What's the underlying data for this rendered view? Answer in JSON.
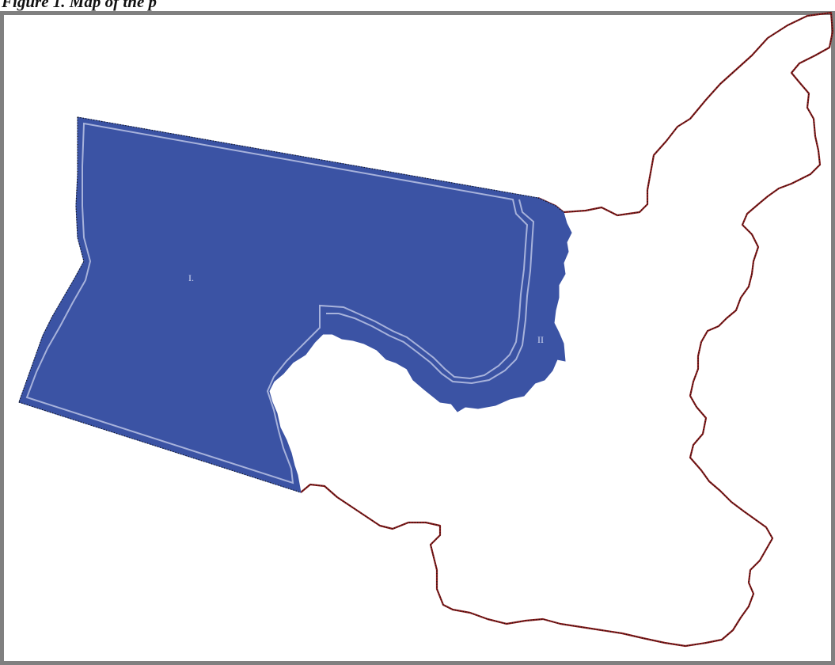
{
  "figure": {
    "caption": "Figure 1. Map of the p"
  },
  "map": {
    "region_labels": [
      "I.",
      "II"
    ],
    "colors": {
      "region_fill": "#3b53a4",
      "inner_boundary": "#a7b2db",
      "outer_boundary": "#8b1a1a",
      "frame": "#808080"
    }
  }
}
